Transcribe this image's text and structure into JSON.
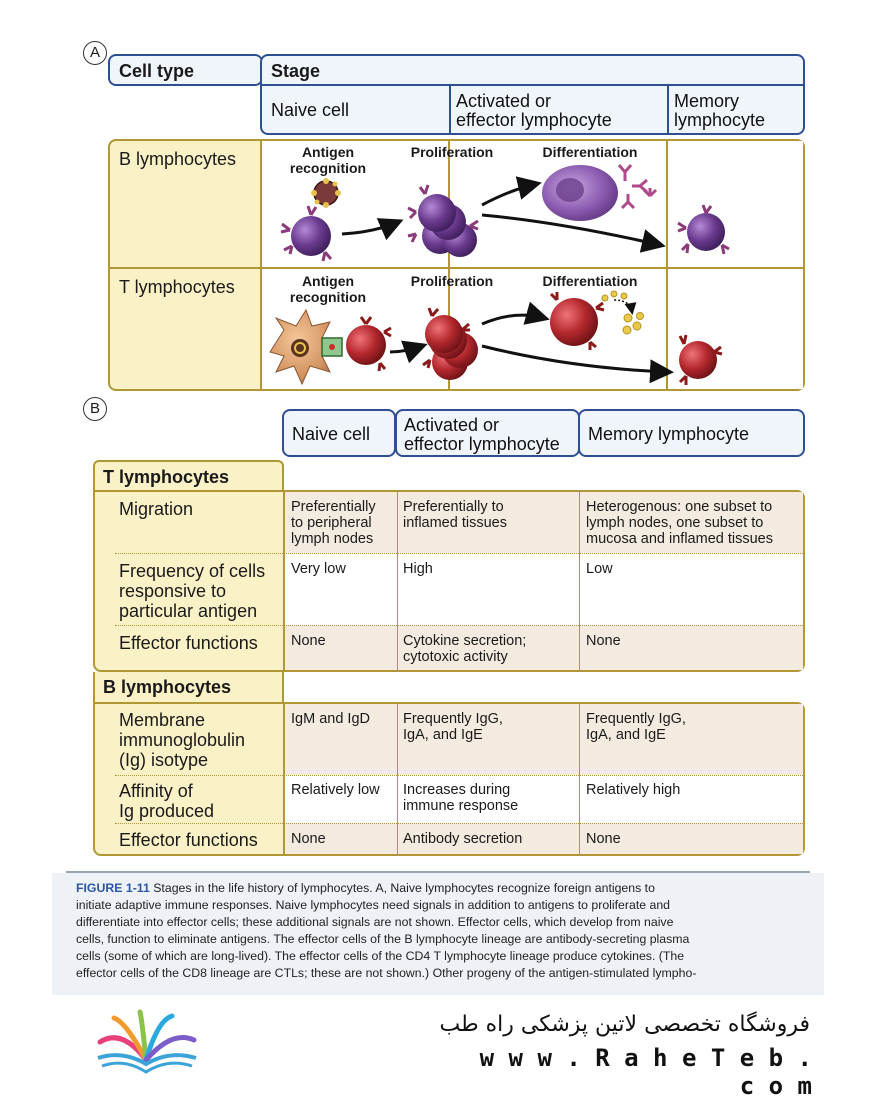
{
  "panel_a": {
    "letter": "A",
    "header_cell_type": "Cell type",
    "header_stage": "Stage",
    "stages": [
      "Naive cell",
      "Activated or effector lymphocyte",
      "Memory lymphocyte"
    ],
    "stage_lines": [
      [
        "Naive cell"
      ],
      [
        "Activated or",
        "effector lymphocyte"
      ],
      [
        "Memory",
        "lymphocyte"
      ]
    ],
    "rows": [
      {
        "label": "B lymphocytes",
        "antigen": [
          "Antigen",
          "recognition"
        ],
        "proliferation": "Proliferation",
        "differentiation": "Differentiation"
      },
      {
        "label": "T lymphocytes",
        "antigen": [
          "Antigen",
          "recognition"
        ],
        "proliferation": "Proliferation",
        "differentiation": "Differentiation"
      }
    ]
  },
  "panel_b": {
    "letter": "B",
    "columns": [
      [
        "Naive cell"
      ],
      [
        "Activated or",
        "effector lymphocyte"
      ],
      [
        "Memory lymphocyte"
      ]
    ],
    "t_section": {
      "title": "T lymphocytes",
      "rows": [
        {
          "label": [
            "Migration"
          ],
          "naive": [
            "Preferentially",
            "to peripheral",
            "lymph nodes"
          ],
          "effector": [
            "Preferentially to",
            "inflamed tissues"
          ],
          "memory": [
            "Heterogenous: one subset to",
            "lymph nodes, one subset to",
            "mucosa and inflamed tissues"
          ]
        },
        {
          "label": [
            "Frequency of cells",
            "responsive to",
            "particular antigen"
          ],
          "naive": [
            "Very low"
          ],
          "effector": [
            "High"
          ],
          "memory": [
            "Low"
          ]
        },
        {
          "label": [
            "Effector functions"
          ],
          "naive": [
            "None"
          ],
          "effector": [
            "Cytokine secretion;",
            "cytotoxic activity"
          ],
          "memory": [
            "None"
          ]
        }
      ]
    },
    "b_section": {
      "title": "B lymphocytes",
      "rows": [
        {
          "label": [
            "Membrane",
            "immunoglobulin",
            "(Ig) isotype"
          ],
          "naive": [
            "IgM and IgD"
          ],
          "effector": [
            "Frequently IgG,",
            "IgA, and IgE"
          ],
          "memory": [
            "Frequently IgG,",
            "IgA, and IgE"
          ]
        },
        {
          "label": [
            "Affinity of",
            "Ig produced"
          ],
          "naive": [
            "Relatively low"
          ],
          "effector": [
            "Increases during",
            "immune response"
          ],
          "memory": [
            "Relatively high"
          ]
        },
        {
          "label": [
            "Effector functions"
          ],
          "naive": [
            "None"
          ],
          "effector": [
            "Antibody secretion"
          ],
          "memory": [
            "None"
          ]
        }
      ]
    }
  },
  "caption": {
    "label": "FIGURE 1-11",
    "lines": [
      "Stages in the life history of lymphocytes. A, Naive lymphocytes recognize foreign antigens to",
      "initiate adaptive immune responses. Naive lymphocytes need signals in addition to antigens to proliferate and",
      "differentiate into effector cells; these additional signals are not shown. Effector cells, which develop from naive",
      "cells, function to eliminate antigens. The effector cells of the B lymphocyte lineage are antibody-secreting plasma",
      "cells (some of which are long-lived). The effector cells of the CD4 T lymphocyte lineage produce cytokines. (The",
      "effector cells of the CD8 lineage are CTLs; these are not shown.) Other progeny of the antigen-stimulated lympho-"
    ]
  },
  "watermark": {
    "persian_text": "فروشگاه تخصصی لاتین پزشکی  راه طب",
    "url": "w w w . R a h e T e b . c o m"
  },
  "colors": {
    "blue_border": "#2f4f93",
    "gold_border": "#b29735",
    "gold_fill": "#faf1c7",
    "row_fill": "#f3ebdf",
    "b_cell": "#6a3a8f",
    "t_cell": "#b3282d"
  }
}
